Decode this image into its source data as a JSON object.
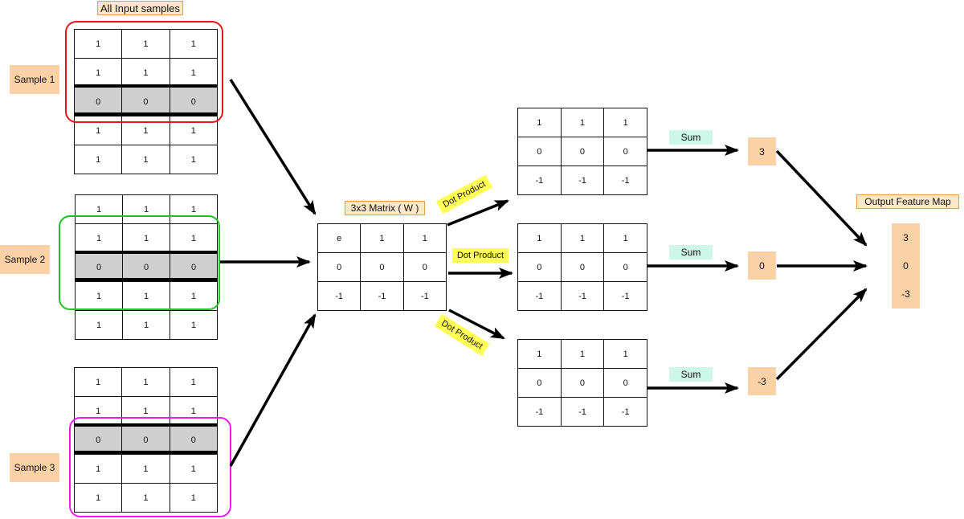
{
  "title": "All Input samples",
  "samples": [
    {
      "label": "Sample 1",
      "rows": [
        [
          "1",
          "1",
          "1"
        ],
        [
          "1",
          "1",
          "1"
        ],
        [
          "0",
          "0",
          "0"
        ],
        [
          "1",
          "1",
          "1"
        ],
        [
          "1",
          "1",
          "1"
        ]
      ]
    },
    {
      "label": "Sample 2",
      "rows": [
        [
          "1",
          "1",
          "1"
        ],
        [
          "1",
          "1",
          "1"
        ],
        [
          "0",
          "0",
          "0"
        ],
        [
          "1",
          "1",
          "1"
        ],
        [
          "1",
          "1",
          "1"
        ]
      ]
    },
    {
      "label": "Sample 3",
      "rows": [
        [
          "1",
          "1",
          "1"
        ],
        [
          "1",
          "1",
          "1"
        ],
        [
          "0",
          "0",
          "0"
        ],
        [
          "1",
          "1",
          "1"
        ],
        [
          "1",
          "1",
          "1"
        ]
      ]
    }
  ],
  "weights": {
    "label": "3x3 Matrix ( W )",
    "rows": [
      [
        "e",
        "1",
        "1"
      ],
      [
        "0",
        "0",
        "0"
      ],
      [
        "-1",
        "-1",
        "-1"
      ]
    ]
  },
  "dot_label": "Dot Product",
  "sum_label": "Sum",
  "products": [
    {
      "rows": [
        [
          "1",
          "1",
          "1"
        ],
        [
          "0",
          "0",
          "0"
        ],
        [
          "-1",
          "-1",
          "-1"
        ]
      ],
      "result": "3"
    },
    {
      "rows": [
        [
          "1",
          "1",
          "1"
        ],
        [
          "0",
          "0",
          "0"
        ],
        [
          "-1",
          "-1",
          "-1"
        ]
      ],
      "result": "0"
    },
    {
      "rows": [
        [
          "1",
          "1",
          "1"
        ],
        [
          "0",
          "0",
          "0"
        ],
        [
          "-1",
          "-1",
          "-1"
        ]
      ],
      "result": "-3"
    }
  ],
  "output": {
    "label": "Output Feature Map",
    "values": [
      "3",
      "0",
      "-3"
    ]
  },
  "colors": {
    "sample1_highlight": "#e8141b",
    "sample2_highlight": "#1ec31e",
    "sample3_highlight": "#ee1bee",
    "orange_fill": "#fbd1a6",
    "sum_fill": "#cdf7e9",
    "dot_fill": "#ffff55"
  }
}
